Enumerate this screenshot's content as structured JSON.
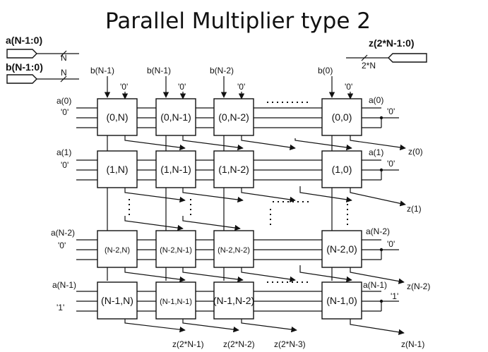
{
  "title": "Parallel Multiplier type 2",
  "ports": {
    "a_in": "a(N-1:0)",
    "b_in": "b(N-1:0)",
    "z_out": "z(2*N-1:0)",
    "a_width": "N",
    "b_width": "N",
    "z_width": "2*N"
  },
  "columns": [
    {
      "b": "b(N-1)",
      "zero": "'0'"
    },
    {
      "b": "b(N-1)",
      "zero": "'0'"
    },
    {
      "b": "b(N-2)",
      "zero": "'0'"
    },
    {
      "b": "b(0)",
      "zero": "'0'"
    }
  ],
  "rows": [
    {
      "a": "a(0)",
      "carry": "'0'",
      "right_a": "a(0)",
      "right_const": "'0'",
      "out": "z(0)",
      "cells": [
        "(0,N)",
        "(0,N-1)",
        "(0,N-2)",
        "(0,0)"
      ]
    },
    {
      "a": "a(1)",
      "carry": "'0'",
      "right_a": "a(1)",
      "right_const": "'0'",
      "out": "z(1)",
      "cells": [
        "(1,N)",
        "(1,N-1)",
        "(1,N-2)",
        "(1,0)"
      ]
    },
    {
      "a": "a(N-2)",
      "carry": "'0'",
      "right_a": "a(N-2)",
      "right_const": "'0'",
      "out": "z(N-2)",
      "cells": [
        "(N-2,N)",
        "(N-2,N-1)",
        "(N-2,N-2)",
        "(N-2,0)"
      ]
    },
    {
      "a": "a(N-1)",
      "carry": "'1'",
      "right_a": "a(N-1)",
      "right_const": "'1'",
      "out": "z(N-1)",
      "cells": [
        "(N-1,N)",
        "(N-1,N-1)",
        "(N-1,N-2)",
        "(N-1,0)"
      ]
    }
  ],
  "bottom_outputs": [
    "z(2*N-1)",
    "z(2*N-2)",
    "z(2*N-3)"
  ]
}
